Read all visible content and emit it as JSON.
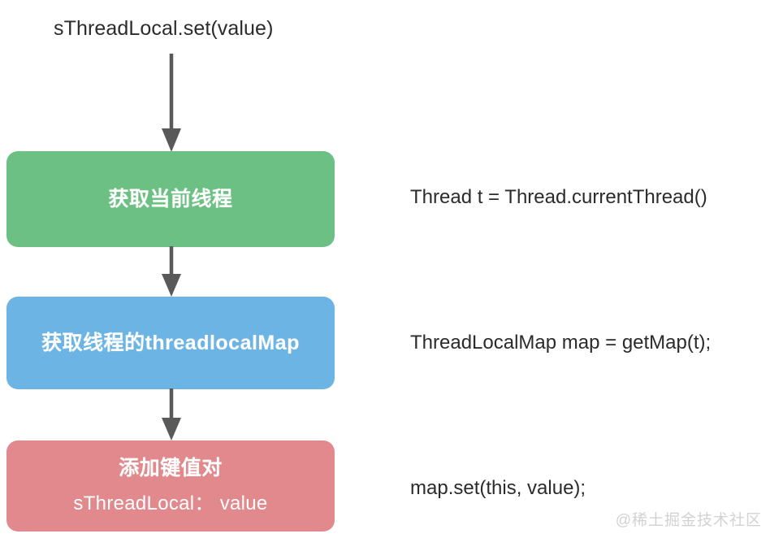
{
  "diagram": {
    "caption": "sThreadLocal.set(value)",
    "colors": {
      "green": "#6cc083",
      "blue": "#6cb4e4",
      "red": "#e1898c",
      "arrow": "#595959",
      "text_dark": "#2b2b2b",
      "node_text": "#ffffff",
      "watermark": "#d2d2d2"
    },
    "nodes": [
      {
        "id": "get-current-thread",
        "title": "获取当前线程",
        "subtitle": "",
        "color": "green",
        "code": "Thread t = Thread.currentThread()"
      },
      {
        "id": "get-threadlocalmap",
        "title": "获取线程的threadlocalMap",
        "subtitle": "",
        "color": "blue",
        "code": "ThreadLocalMap map = getMap(t);"
      },
      {
        "id": "add-key-value-pair",
        "title": "添加键值对",
        "subtitle": "sThreadLocal： value",
        "color": "red",
        "code": "map.set(this, value);"
      }
    ],
    "arrows": [
      {
        "id": "caption-to-green",
        "from": "caption",
        "to": "get-current-thread"
      },
      {
        "id": "green-to-blue",
        "from": "get-current-thread",
        "to": "get-threadlocalmap"
      },
      {
        "id": "blue-to-red",
        "from": "get-threadlocalmap",
        "to": "add-key-value-pair"
      }
    ],
    "watermark": "@稀土掘金技术社区"
  }
}
